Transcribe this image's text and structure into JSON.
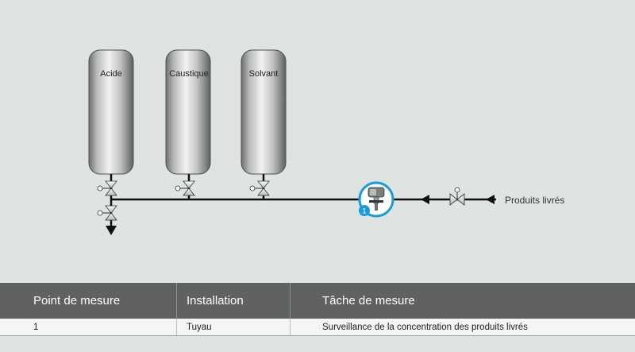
{
  "diagram": {
    "tanks": [
      {
        "label": "Acide"
      },
      {
        "label": "Caustique"
      },
      {
        "label": "Solvant"
      }
    ],
    "instrument_number": "1",
    "feed_label": "Produits livrés",
    "colors": {
      "background": "#dfe3e1",
      "pipe": "#111111",
      "instrument_ring": "#1a9cd8",
      "badge": "#1a9cd8"
    }
  },
  "table": {
    "headers": [
      "Point de mesure",
      "Installation",
      "Tâche de mesure"
    ],
    "rows": [
      [
        "1",
        "Tuyau",
        "Surveillance de la concentration des produits livrés"
      ]
    ]
  }
}
